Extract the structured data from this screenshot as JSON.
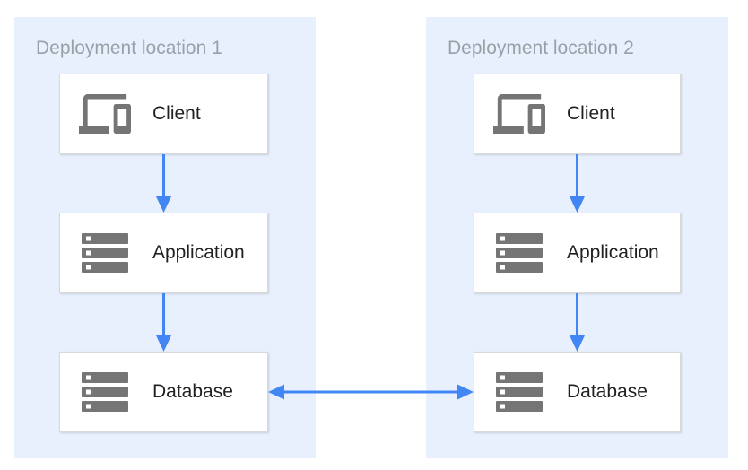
{
  "colors": {
    "panel_background": "#E8F0FE",
    "arrow_blue": "#4285F4",
    "icon_gray": "#757575",
    "title_text": "#9AA0A6",
    "label_text": "#212121",
    "node_border": "#D9D9D9",
    "node_background": "#FFFFFF"
  },
  "diagram": {
    "locations": [
      {
        "title": "Deployment location 1",
        "nodes": [
          {
            "label": "Client",
            "icon": "devices-icon"
          },
          {
            "label": "Application",
            "icon": "server-stack-icon"
          },
          {
            "label": "Database",
            "icon": "server-stack-icon"
          }
        ]
      },
      {
        "title": "Deployment location 2",
        "nodes": [
          {
            "label": "Client",
            "icon": "devices-icon"
          },
          {
            "label": "Application",
            "icon": "server-stack-icon"
          },
          {
            "label": "Database",
            "icon": "server-stack-icon"
          }
        ]
      }
    ],
    "connections": [
      {
        "from": "Client",
        "to": "Application",
        "location": "Deployment location 1",
        "direction": "down"
      },
      {
        "from": "Application",
        "to": "Database",
        "location": "Deployment location 1",
        "direction": "down"
      },
      {
        "from": "Client",
        "to": "Application",
        "location": "Deployment location 2",
        "direction": "down"
      },
      {
        "from": "Application",
        "to": "Database",
        "location": "Deployment location 2",
        "direction": "down"
      },
      {
        "from": "Database (Deployment location 1)",
        "to": "Database (Deployment location 2)",
        "direction": "bidirectional"
      }
    ]
  }
}
